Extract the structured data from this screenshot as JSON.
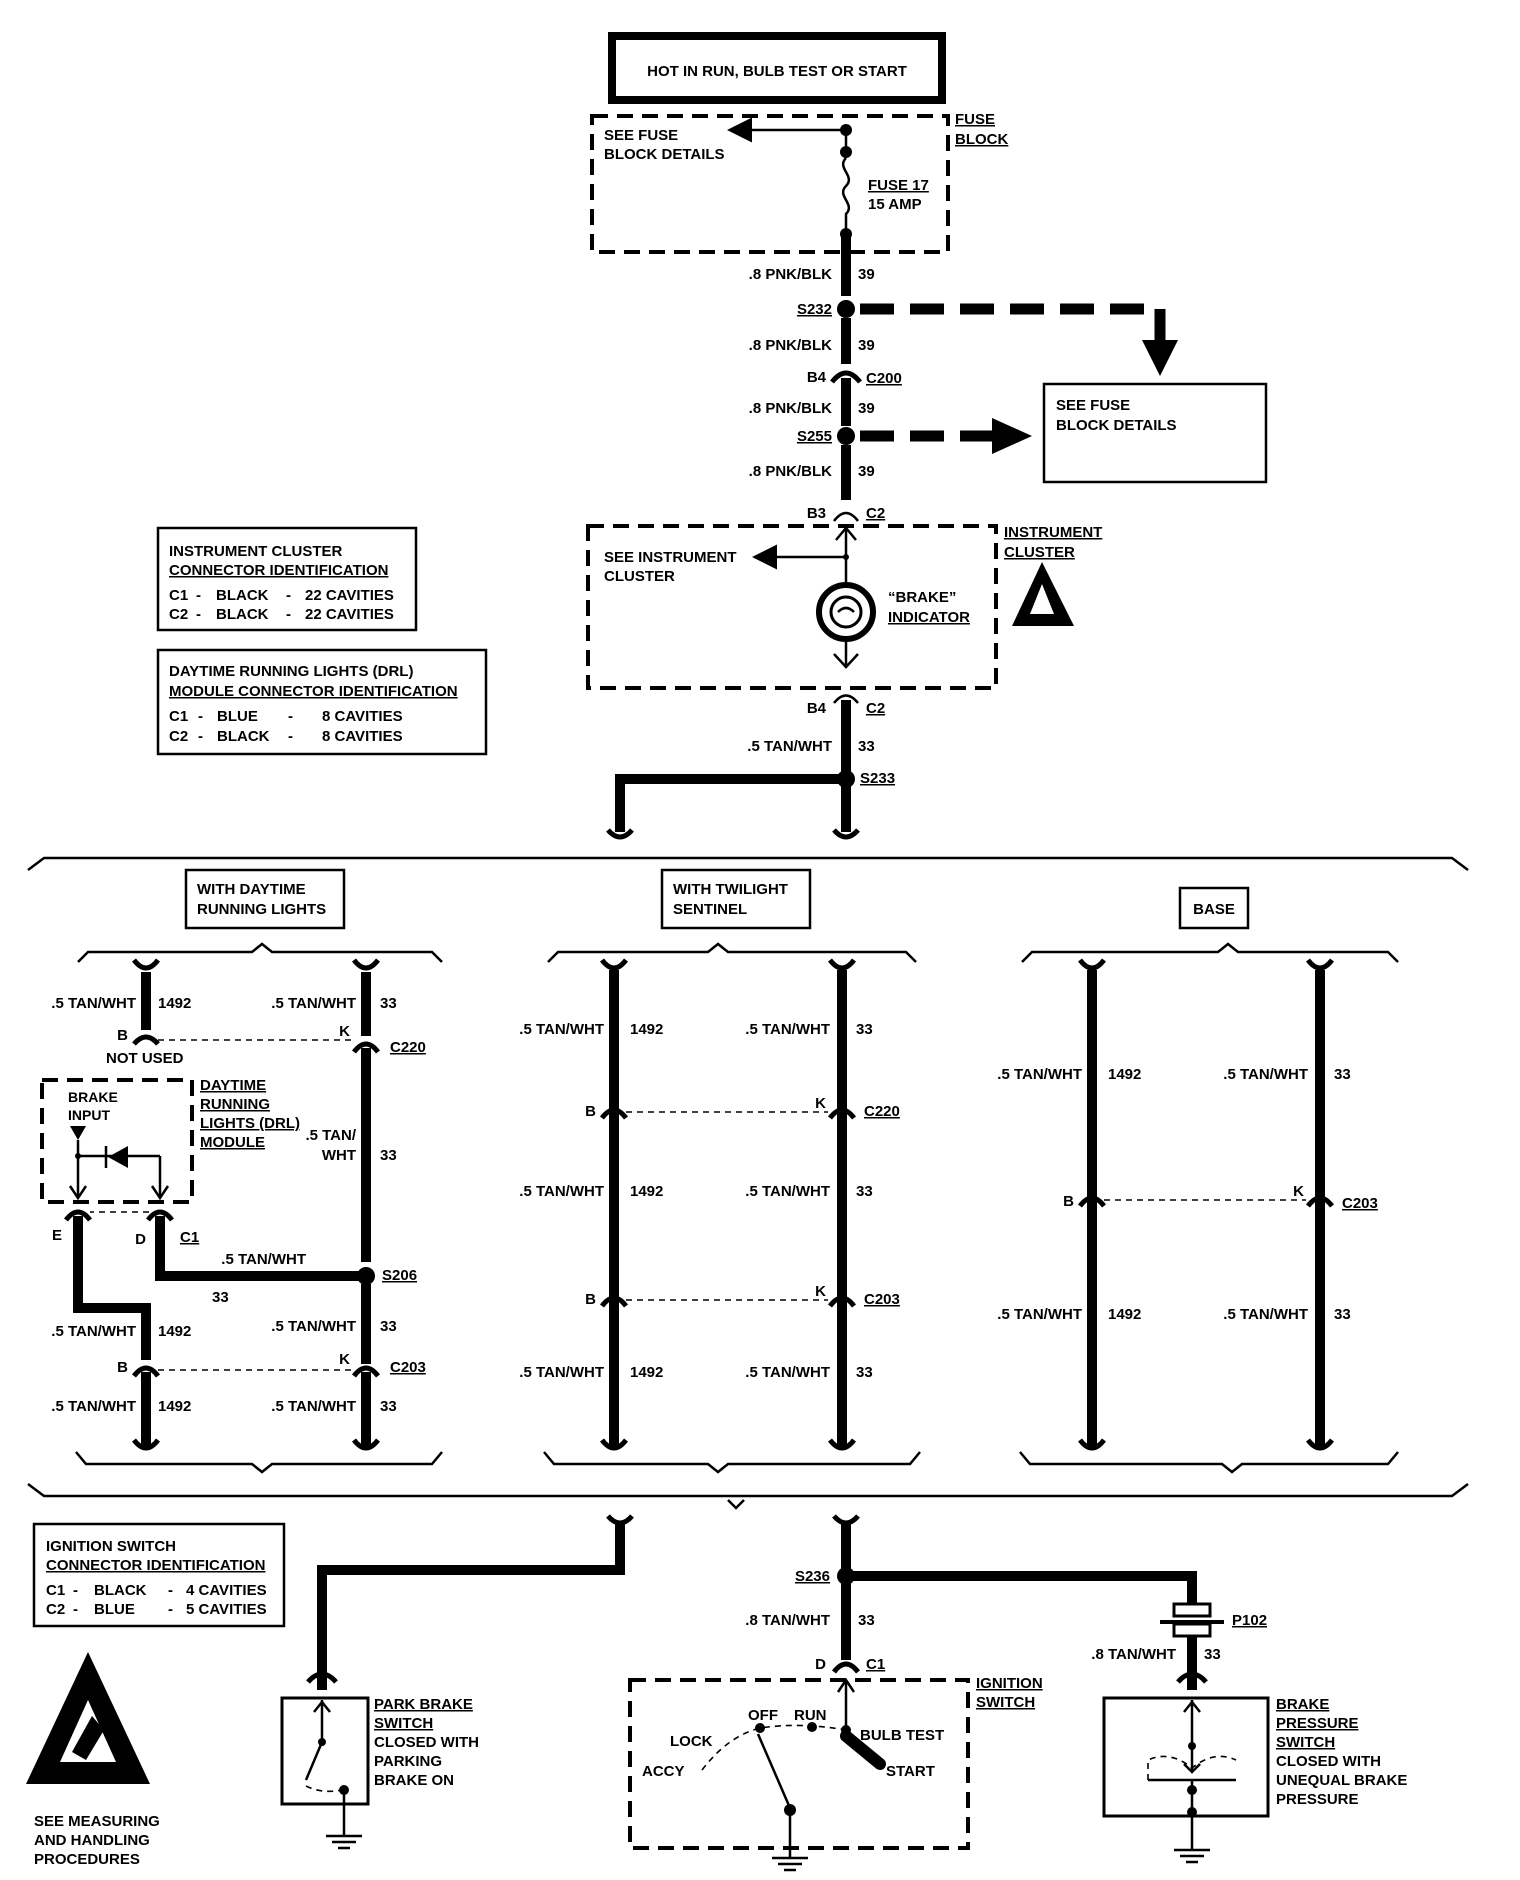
{
  "header": {
    "title": "HOT IN RUN, BULB TEST OR START"
  },
  "fuse_block": {
    "label_1": "FUSE",
    "label_2": "BLOCK",
    "see_1": "SEE FUSE",
    "see_2": "BLOCK DETAILS",
    "fuse_name": "FUSE 17",
    "fuse_rating": "15 AMP"
  },
  "see_fuse_right": {
    "line1": "SEE FUSE",
    "line2": "BLOCK DETAILS"
  },
  "top_wires": {
    "w1_gauge": ".8 PNK/BLK",
    "w1_circuit": "39",
    "s232": "S232",
    "w2_gauge": ".8 PNK/BLK",
    "w2_circuit": "39",
    "c200_pin": "B4",
    "c200": "C200",
    "w3_gauge": ".8 PNK/BLK",
    "w3_circuit": "39",
    "s255": "S255",
    "w4_gauge": ".8 PNK/BLK",
    "w4_circuit": "39",
    "c2_pin_b3": "B3",
    "c2_top": "C2"
  },
  "instrument_cluster": {
    "label_1": "INSTRUMENT",
    "label_2": "CLUSTER",
    "see_1": "SEE INSTRUMENT",
    "see_2": "CLUSTER",
    "indicator_1": "“BRAKE”",
    "indicator_2": "INDICATOR",
    "c2_pin_b4": "B4",
    "c2_bottom": "C2",
    "out_gauge": ".5 TAN/WHT",
    "out_circuit": "33",
    "s233": "S233"
  },
  "cluster_conn_id": {
    "title_1": "INSTRUMENT CLUSTER",
    "title_2": "CONNECTOR IDENTIFICATION",
    "rows": [
      {
        "conn": "C1",
        "color": "BLACK",
        "cav": "22 CAVITIES"
      },
      {
        "conn": "C2",
        "color": "BLACK",
        "cav": "22 CAVITIES"
      }
    ]
  },
  "drl_conn_id": {
    "title_1": "DAYTIME RUNNING LIGHTS (DRL)",
    "title_2": "MODULE CONNECTOR IDENTIFICATION",
    "rows": [
      {
        "conn": "C1",
        "color": "BLUE",
        "cav": "8 CAVITIES"
      },
      {
        "conn": "C2",
        "color": "BLACK",
        "cav": "8 CAVITIES"
      }
    ]
  },
  "options": {
    "drl_1": "WITH DAYTIME",
    "drl_2": "RUNNING LIGHTS",
    "tw_1": "WITH TWILIGHT",
    "tw_2": "SENTINEL",
    "base": "BASE"
  },
  "drl_section": {
    "wire_1492": ".5 TAN/WHT",
    "c1492": "1492",
    "wire_33": ".5 TAN/WHT",
    "c33": "33",
    "pin_b": "B",
    "pin_k": "K",
    "c220": "C220",
    "not_used": "NOT USED",
    "module_1": "DAYTIME",
    "module_2": "RUNNING",
    "module_3": "LIGHTS (DRL)",
    "module_4": "MODULE",
    "brake_1": "BRAKE",
    "brake_2": "INPUT",
    "mid_33a": ".5 TAN/",
    "mid_33b": "WHT",
    "mid_33c": "33",
    "pin_e": "E",
    "pin_d": "D",
    "c1": "C1",
    "s206_wire": ".5 TAN/WHT",
    "s206_circuit": "33",
    "s206": "S206",
    "c203": "C203"
  },
  "tw_section": {
    "wire": ".5 TAN/WHT",
    "c1492": "1492",
    "c33": "33",
    "pin_b": "B",
    "pin_k": "K",
    "c220": "C220",
    "c203": "C203"
  },
  "base_section": {
    "wire": ".5 TAN/WHT",
    "c1492": "1492",
    "c33": "33",
    "pin_b": "B",
    "pin_k": "K",
    "c203": "C203"
  },
  "ignition_conn_id": {
    "title_1": "IGNITION SWITCH",
    "title_2": "CONNECTOR IDENTIFICATION",
    "rows": [
      {
        "conn": "C1",
        "color": "BLACK",
        "cav": "4 CAVITIES"
      },
      {
        "conn": "C2",
        "color": "BLUE",
        "cav": "5 CAVITIES"
      }
    ]
  },
  "bottom": {
    "s236": "S236",
    "ign_wire": ".8 TAN/WHT",
    "ign_circuit": "33",
    "pin_d": "D",
    "c1": "C1",
    "ign_1": "IGNITION",
    "ign_2": "SWITCH",
    "off": "OFF",
    "run": "RUN",
    "lock": "LOCK",
    "accy": "ACCY",
    "bulb_test": "BULB TEST",
    "start": "START",
    "p102": "P102",
    "bp_wire": ".8 TAN/WHT",
    "bp_circuit": "33",
    "park_1": "PARK BRAKE",
    "park_2": "SWITCH",
    "park_3": "CLOSED WITH",
    "park_4": "PARKING",
    "park_5": "BRAKE ON",
    "bp_1": "BRAKE",
    "bp_2": "PRESSURE",
    "bp_3": "SWITCH",
    "bp_4": "CLOSED WITH",
    "bp_5": "UNEQUAL BRAKE",
    "bp_6": "PRESSURE",
    "esd_1": "SEE MEASURING",
    "esd_2": "AND HANDLING",
    "esd_3": "PROCEDURES"
  }
}
